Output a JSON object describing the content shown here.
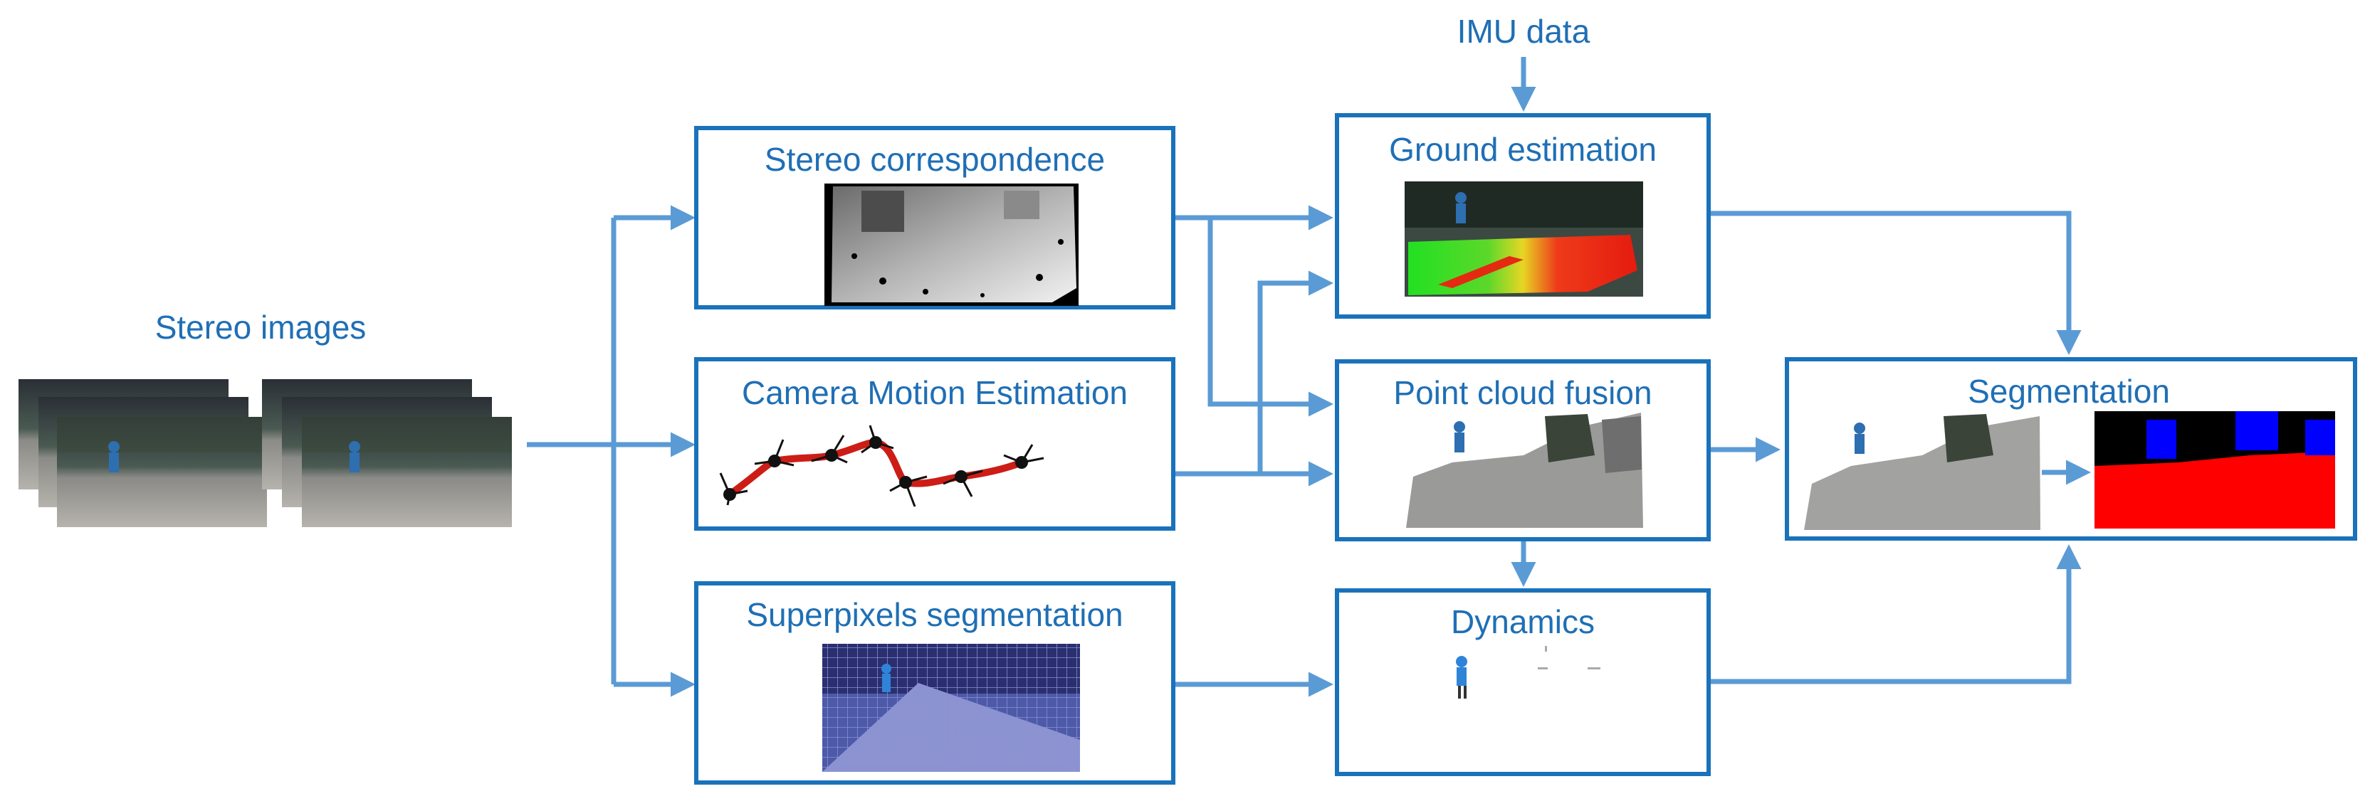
{
  "nodes": {
    "stereo_images": "Stereo images",
    "imu_data": "IMU data",
    "stereo_correspondence": "Stereo correspondence",
    "camera_motion": "Camera Motion Estimation",
    "superpixels": "Superpixels segmentation",
    "ground_estimation": "Ground estimation",
    "point_cloud_fusion": "Point cloud fusion",
    "dynamics": "Dynamics",
    "segmentation": "Segmentation"
  },
  "colors": {
    "box_border": "#1a72bb",
    "text": "#1f6fb5",
    "arrow": "#5b9bd5"
  },
  "edges": [
    [
      "stereo_images",
      "stereo_correspondence"
    ],
    [
      "stereo_images",
      "camera_motion"
    ],
    [
      "stereo_images",
      "superpixels"
    ],
    [
      "imu_data",
      "ground_estimation"
    ],
    [
      "stereo_correspondence",
      "ground_estimation"
    ],
    [
      "stereo_correspondence",
      "point_cloud_fusion"
    ],
    [
      "camera_motion",
      "ground_estimation"
    ],
    [
      "camera_motion",
      "point_cloud_fusion"
    ],
    [
      "superpixels",
      "dynamics"
    ],
    [
      "ground_estimation",
      "segmentation"
    ],
    [
      "point_cloud_fusion",
      "segmentation"
    ],
    [
      "point_cloud_fusion",
      "dynamics"
    ],
    [
      "dynamics",
      "segmentation"
    ]
  ]
}
